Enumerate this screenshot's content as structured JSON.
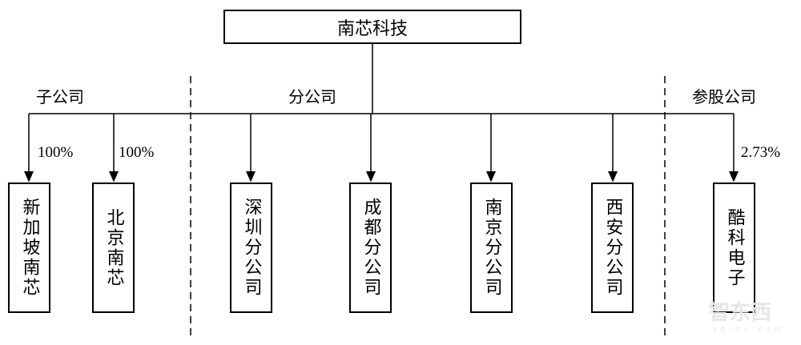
{
  "root": "南芯科技",
  "groups": {
    "subsidiary": "子公司",
    "branch": "分公司",
    "equity": "参股公司"
  },
  "nodes": [
    {
      "name": "新加坡南芯",
      "pct": "100%"
    },
    {
      "name": "北京南芯",
      "pct": "100%"
    },
    {
      "name": "深圳分公司"
    },
    {
      "name": "成都分公司"
    },
    {
      "name": "南京分公司"
    },
    {
      "name": "西安分公司"
    },
    {
      "name": "酷科电子",
      "pct": "2.73%"
    }
  ],
  "watermark": {
    "logo": "智东西",
    "url": "zhidx.com"
  }
}
